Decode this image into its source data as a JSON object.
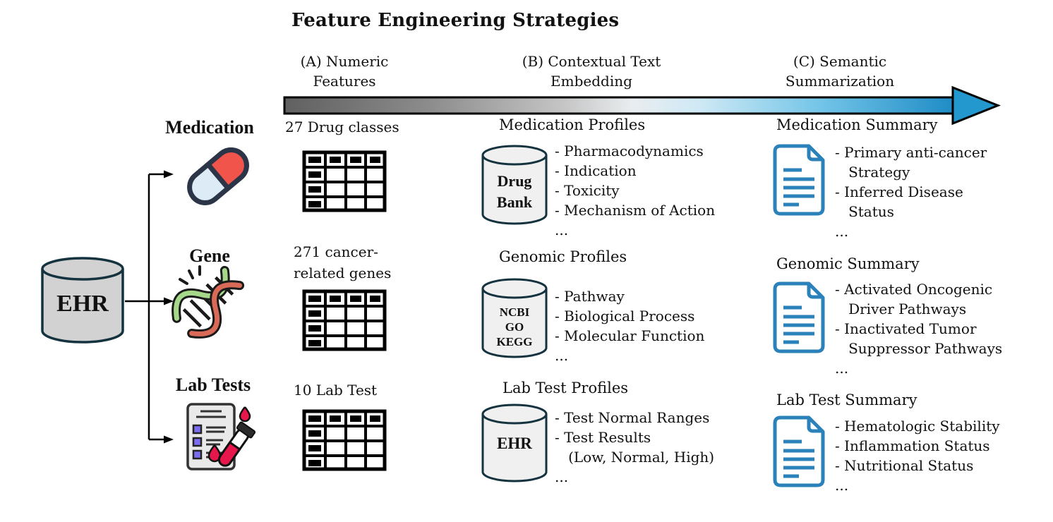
{
  "title": "Feature Engineering Strategies",
  "headers": {
    "a": [
      "(A) Numeric",
      "Features"
    ],
    "b": [
      "(B) Contextual Text",
      "Embedding"
    ],
    "c": [
      "(C) Semantic",
      "Summarization"
    ]
  },
  "ehr_source": {
    "label": "EHR"
  },
  "colors": {
    "arrow_gray_start": "#606060",
    "arrow_blue_end": "#1f8cc6",
    "arrowhead_blue": "#2398cf",
    "document_blue": "#2b82ba",
    "cylinder_border": "#14333f",
    "cylinder_fill_left": "#d2d2d2",
    "cylinder_fill_small": "#f0f0f0",
    "pill_red": "#f0544a",
    "pill_light_blue": "#dcebf6",
    "dna_red": "#d96a58",
    "dna_green": "#a6d88a",
    "lab_checkbox_purple": "#7b6cf0",
    "lab_blood_red": "#e8174b"
  },
  "rows": [
    {
      "label": "Medication",
      "icon": "pill-icon",
      "numeric": {
        "lines": [
          "27 Drug classes"
        ]
      },
      "profile": {
        "title": "Medication Profiles",
        "source_label_lines": [
          "Drug",
          "Bank"
        ],
        "bullets": [
          "- Pharmacodynamics",
          "- Indication",
          "- Toxicity",
          "- Mechanism of Action",
          "..."
        ]
      },
      "summary": {
        "title": "Medication Summary",
        "bullets": [
          "- Primary anti-cancer",
          "   Strategy",
          "- Inferred Disease",
          "   Status",
          "..."
        ]
      }
    },
    {
      "label": "Gene",
      "icon": "dna-icon",
      "numeric": {
        "lines": [
          "271 cancer-",
          "related genes"
        ]
      },
      "profile": {
        "title": "Genomic Profiles",
        "source_label_lines": [
          "NCBI",
          "GO",
          "KEGG"
        ],
        "bullets": [
          "- Pathway",
          "- Biological Process",
          "- Molecular Function",
          "..."
        ]
      },
      "summary": {
        "title": "Genomic Summary",
        "bullets": [
          "- Activated Oncogenic",
          "   Driver Pathways",
          "- Inactivated Tumor",
          "   Suppressor Pathways",
          "..."
        ]
      }
    },
    {
      "label": "Lab Tests",
      "icon": "lab-clipboard-icon",
      "numeric": {
        "lines": [
          "10 Lab Test"
        ]
      },
      "profile": {
        "title": "Lab Test Profiles",
        "source_label_lines": [
          "EHR"
        ],
        "bullets": [
          "- Test Normal Ranges",
          "- Test Results",
          "   (Low, Normal, High)",
          "..."
        ]
      },
      "summary": {
        "title": "Lab Test Summary",
        "bullets": [
          "- Hematologic Stability",
          "- Inflammation Status",
          "- Nutritional Status",
          "..."
        ]
      }
    }
  ]
}
